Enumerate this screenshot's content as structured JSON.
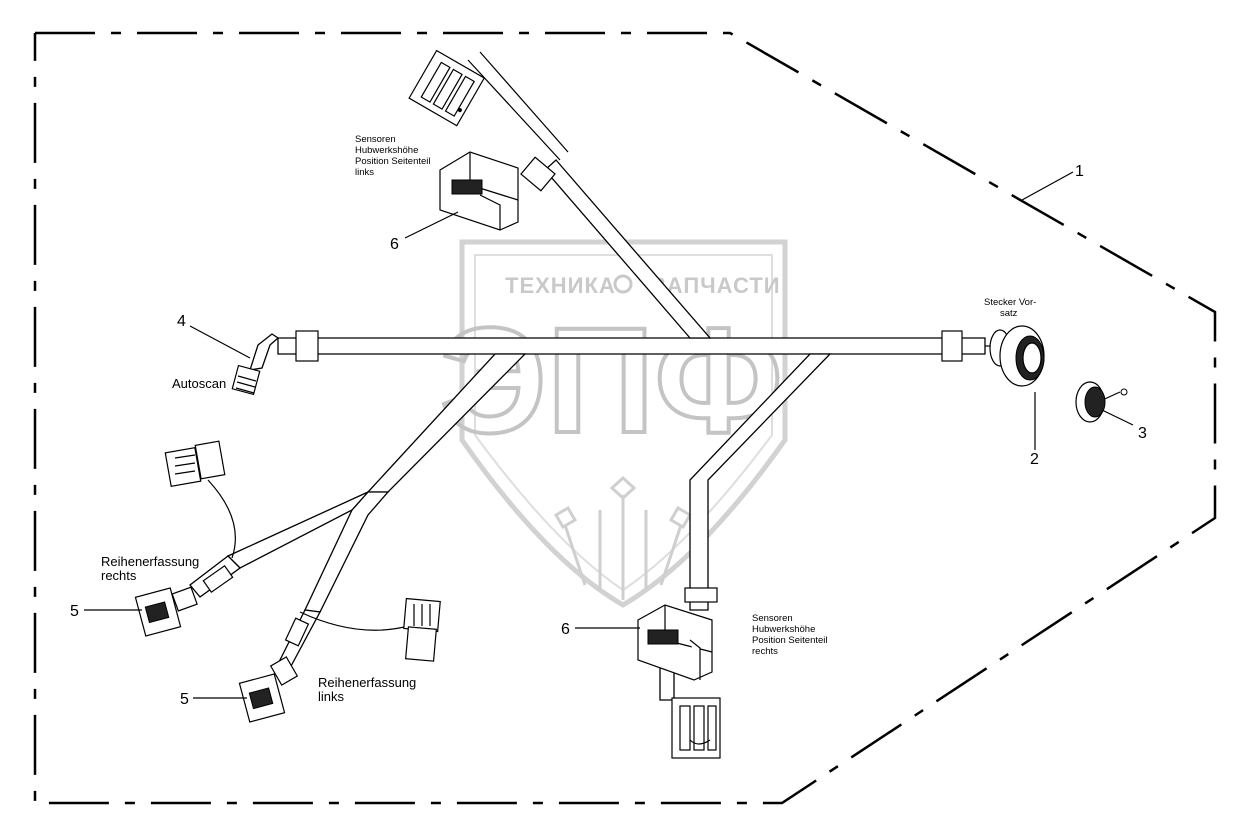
{
  "watermark": {
    "left_word": "ТЕХНИКА",
    "right_word": "ЗАПЧАСТИ",
    "big_letters": "ЭПФ"
  },
  "labels": {
    "sensor_left": [
      "Sensoren",
      "Hubwerkshöhe",
      "Position Seitenteil",
      "links"
    ],
    "sensor_right": [
      "Sensoren",
      "Hubwerkshöhe",
      "Position Seitenteil",
      "rechts"
    ],
    "plug": [
      "Stecker Vor-",
      "satz"
    ],
    "autoscan": "Autoscan",
    "row_right": [
      "Reihenerfassung",
      "rechts"
    ],
    "row_left": [
      "Reihenerfassung",
      "links"
    ]
  },
  "callouts": {
    "harness": "1",
    "plug": "2",
    "cap": "3",
    "autoscan": "4",
    "row_right": "5",
    "row_left": "5",
    "sensor_left": "6",
    "sensor_right": "6"
  }
}
